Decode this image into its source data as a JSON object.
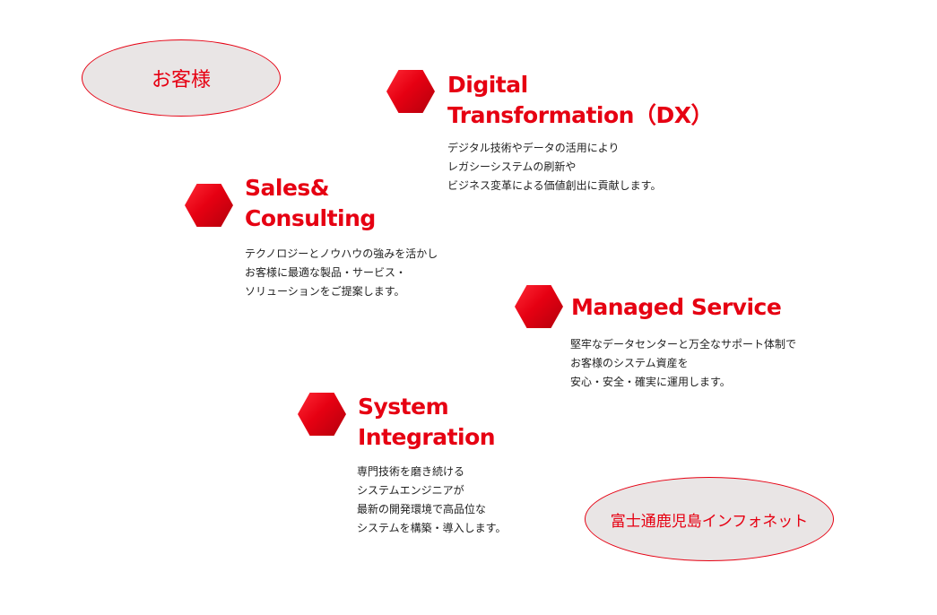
{
  "customer_label": "お客様",
  "company_label": "富士通鹿児島インフォネット",
  "accent_color": "#e60012",
  "services": {
    "dx": {
      "title_lines": [
        "Digital",
        "Transformation（DX）"
      ],
      "description_lines": [
        "デジタル技術やデータの活用により",
        "レガシーシステムの刷新や",
        "ビジネス変革による価値創出に貢献します。"
      ]
    },
    "sales": {
      "title_lines": [
        "Sales&",
        "Consulting"
      ],
      "description_lines": [
        "テクノロジーとノウハウの強みを活かし",
        "お客様に最適な製品・サービス・",
        "ソリューションをご提案します。"
      ]
    },
    "managed": {
      "title_lines": [
        "Managed Service"
      ],
      "description_lines": [
        "堅牢なデータセンターと万全なサポート体制で",
        "お客様のシステム資産を",
        "安心・安全・確実に運用します。"
      ]
    },
    "si": {
      "title_lines": [
        "System",
        "Integration"
      ],
      "description_lines": [
        "専門技術を磨き続ける",
        "システムエンジニアが",
        "最新の開発環境で高品位な",
        "システムを構築・導入します。"
      ]
    }
  }
}
